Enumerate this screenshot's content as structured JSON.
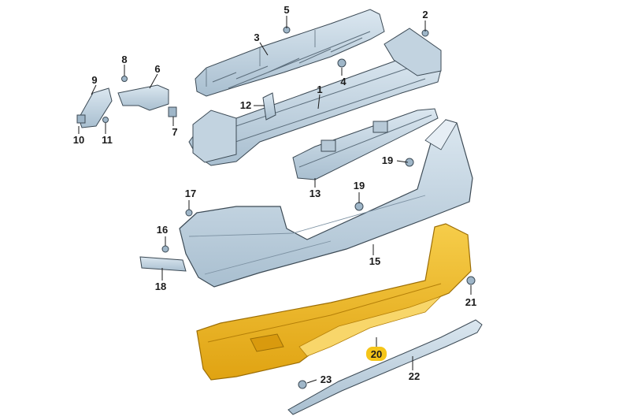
{
  "parts": [
    {
      "id": "p1",
      "number": "1"
    },
    {
      "id": "p2",
      "number": "2"
    },
    {
      "id": "p3",
      "number": "3"
    },
    {
      "id": "p4",
      "number": "4"
    },
    {
      "id": "p5",
      "number": "5"
    },
    {
      "id": "p6",
      "number": "6"
    },
    {
      "id": "p7",
      "number": "7"
    },
    {
      "id": "p8",
      "number": "8"
    },
    {
      "id": "p9",
      "number": "9"
    },
    {
      "id": "p10",
      "number": "10"
    },
    {
      "id": "p11",
      "number": "11"
    },
    {
      "id": "p12",
      "number": "12"
    },
    {
      "id": "p13",
      "number": "13"
    },
    {
      "id": "p15",
      "number": "15"
    },
    {
      "id": "p16",
      "number": "16"
    },
    {
      "id": "p17",
      "number": "17"
    },
    {
      "id": "p18",
      "number": "18"
    },
    {
      "id": "p19",
      "number": "19"
    },
    {
      "id": "p20",
      "number": "20"
    },
    {
      "id": "p21",
      "number": "21"
    },
    {
      "id": "p22",
      "number": "22"
    },
    {
      "id": "p23",
      "number": "23"
    }
  ],
  "colors": {
    "part_fill": "#c9d9e6",
    "part_shade": "#9fb6c8",
    "part_outline": "#3c4a55",
    "highlight_fill": "#f2b81f",
    "highlight_shade": "#d99a0e",
    "highlight_light": "#f8d66a",
    "label_badge": "#f5c518"
  }
}
